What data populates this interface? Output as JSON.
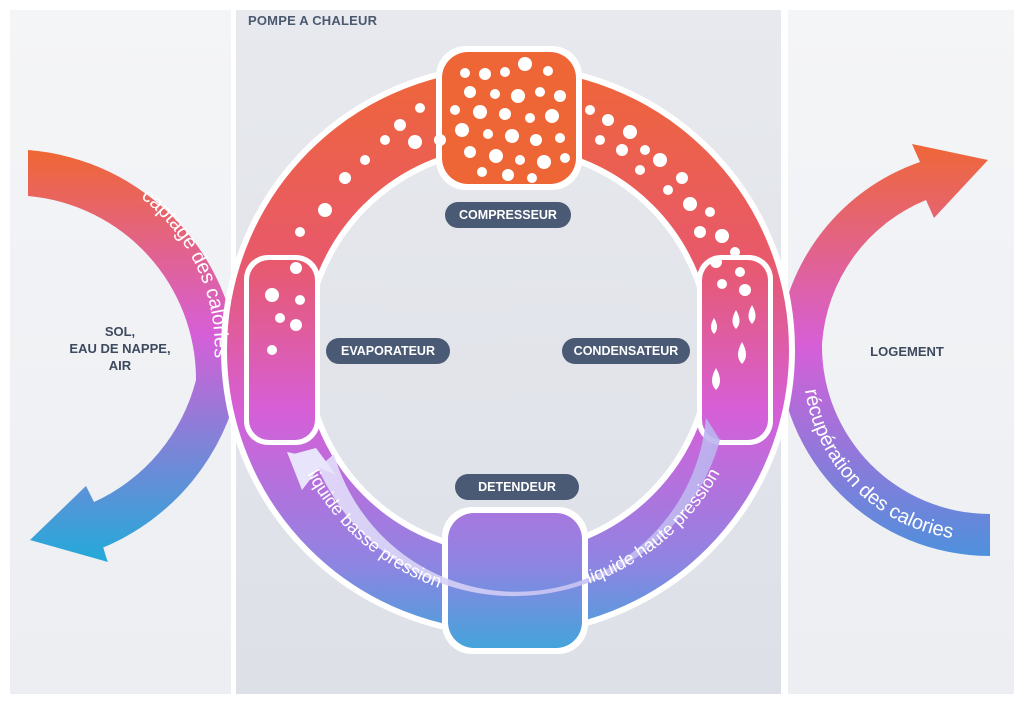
{
  "panels": {
    "center_title": "POMPE A CHALEUR",
    "left_label_lines": [
      "SOL,",
      "EAU DE NAPPE,",
      "AIR"
    ],
    "right_label": "LOGEMENT"
  },
  "components": {
    "compressor": "COMPRESSEUR",
    "evaporator": "EVAPORATEUR",
    "condenser": "CONDENSATEUR",
    "expansion_valve": "DETENDEUR"
  },
  "flows": {
    "captage": "captage des calories",
    "recuperation": "récupération des calories",
    "low_pressure": "liquide basse pression",
    "high_pressure": "liquide haute pression"
  },
  "colors": {
    "orange": "#ef6a33",
    "magenta": "#d65fd8",
    "purple": "#8f7fe0",
    "blue": "#2aa6dc",
    "pill": "#4a5a75"
  }
}
